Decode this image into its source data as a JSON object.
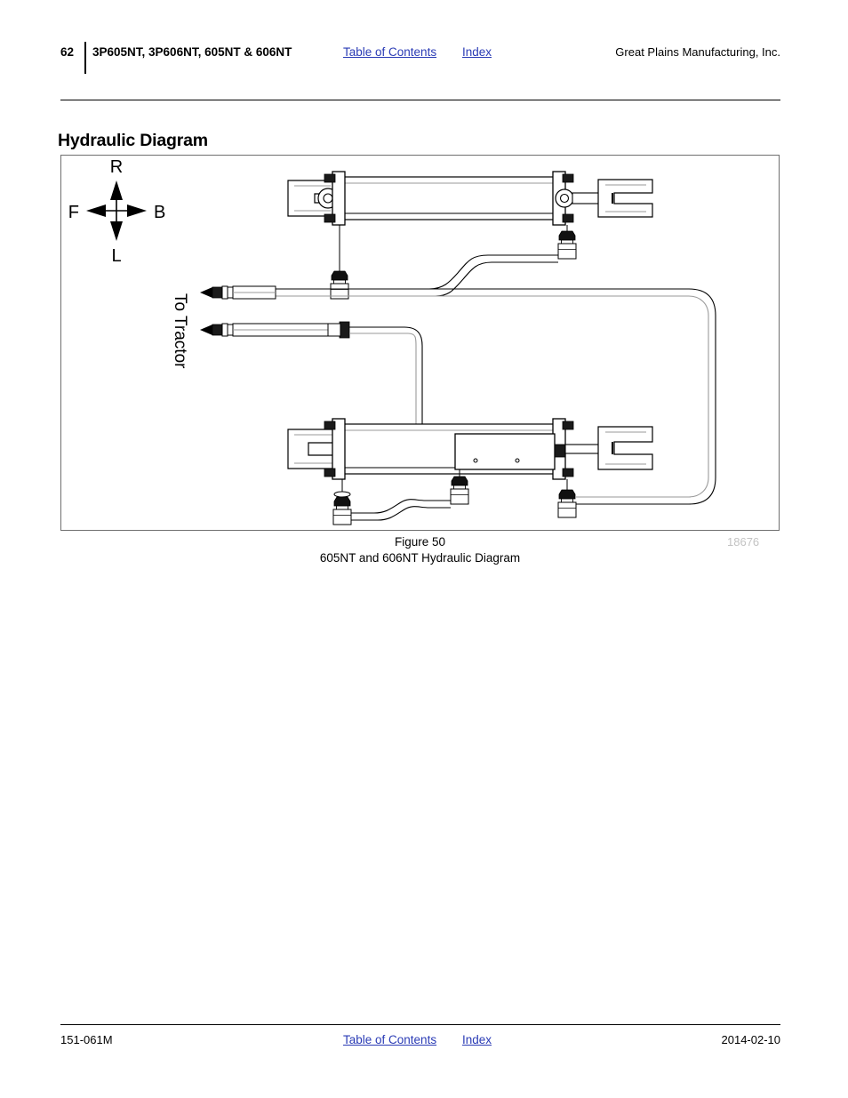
{
  "header": {
    "page_number": "62",
    "models": "3P605NT, 3P606NT, 605NT & 606NT",
    "toc_link": "Table of Contents",
    "index_link": "Index",
    "company": "Great Plains Manufacturing, Inc."
  },
  "section": {
    "title": "Hydraulic Diagram"
  },
  "figure": {
    "caption_line1": "Figure 50",
    "caption_line2": "605NT and 606NT Hydraulic Diagram",
    "part_number": "18676",
    "orientation": {
      "up": "R",
      "left": "F",
      "right": "B",
      "down": "L"
    },
    "tractor_label": "To Tractor"
  },
  "footer": {
    "document_number": "151-061M",
    "toc_link": "Table of Contents",
    "index_link": "Index",
    "date": "2014-02-10"
  },
  "colors": {
    "link": "#2a3bb5",
    "text": "#000000",
    "part_number": "#c3c3c3",
    "box_border": "#6f6f6f",
    "line_shade": "#9a9a9a"
  }
}
